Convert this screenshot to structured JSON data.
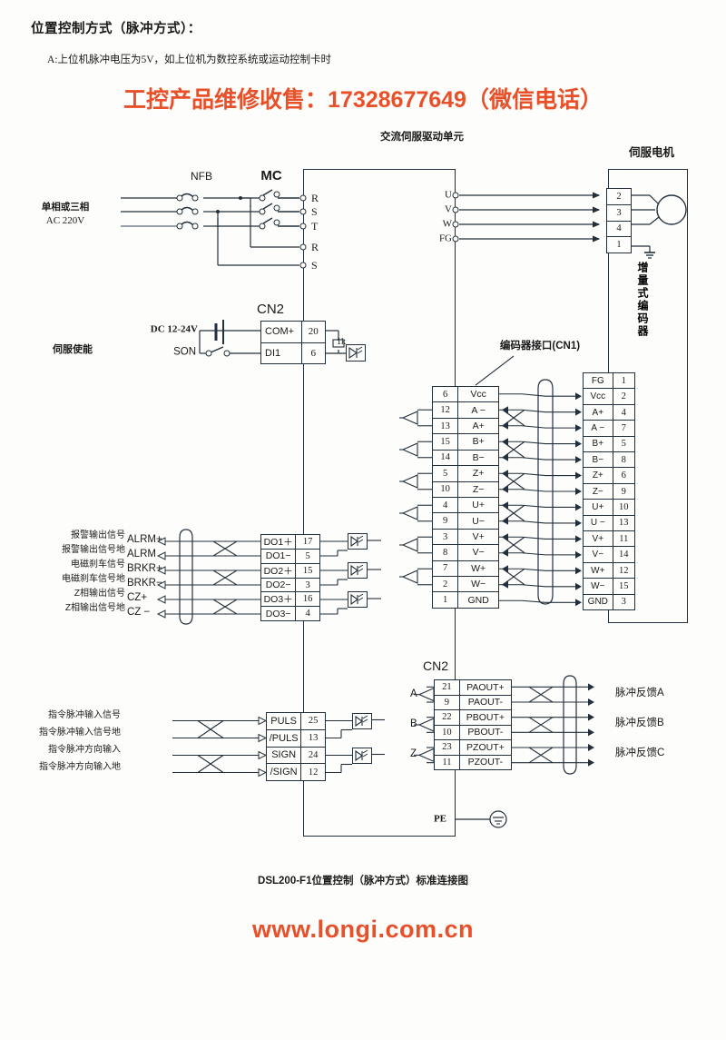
{
  "header": {
    "title": "位置控制方式（脉冲方式）：",
    "subtitle": "A:上位机脉冲电压为5V，如上位机为数控系统或运动控制卡时",
    "promo": "工控产品维修收售：17328677649（微信电话）",
    "accent_color": "#e8502a"
  },
  "diagram": {
    "drive_unit_label": "交流伺服驱动单元",
    "motor_label": "伺服电机",
    "encoder_vertical_label": "增量式编码器",
    "encoder_interface_label": "编码器接口(CN1)",
    "cn2_top_label": "CN2",
    "cn2_bottom_label": "CN2",
    "nfb_label": "NFB",
    "mc_label": "MC",
    "power_label_line1": "单相或三相",
    "power_label_line2": "AC 220V",
    "servo_enable_label": "伺服使能",
    "dc_label": "DC 12-24V",
    "son_label": "SON",
    "resistor_label": "1k",
    "pe_label": "PE"
  },
  "power_terminals": {
    "main": [
      "R",
      "S",
      "T"
    ],
    "control": [
      "R",
      "S"
    ],
    "motor_out": [
      "U",
      "V",
      "W",
      "FG"
    ]
  },
  "motor_terminals": [
    {
      "pin": "2"
    },
    {
      "pin": "3"
    },
    {
      "pin": "4"
    },
    {
      "pin": "1"
    }
  ],
  "cn2_enable": {
    "rows": [
      {
        "signal": "COM+",
        "pin": "20"
      },
      {
        "signal": "DI1",
        "pin": "6"
      }
    ]
  },
  "cn1_drive_side": {
    "rows": [
      {
        "pin": "6",
        "signal": "Vcc",
        "arrow": false
      },
      {
        "pin": "12",
        "signal": "A −",
        "arrow": true
      },
      {
        "pin": "13",
        "signal": "A+",
        "arrow": true
      },
      {
        "pin": "15",
        "signal": "B+",
        "arrow": true
      },
      {
        "pin": "14",
        "signal": "B−",
        "arrow": true
      },
      {
        "pin": "5",
        "signal": "Z+",
        "arrow": true
      },
      {
        "pin": "10",
        "signal": "Z−",
        "arrow": true
      },
      {
        "pin": "4",
        "signal": "U+",
        "arrow": true
      },
      {
        "pin": "9",
        "signal": "U−",
        "arrow": true
      },
      {
        "pin": "3",
        "signal": "V+",
        "arrow": true
      },
      {
        "pin": "8",
        "signal": "V−",
        "arrow": true
      },
      {
        "pin": "7",
        "signal": "W+",
        "arrow": true
      },
      {
        "pin": "2",
        "signal": "W−",
        "arrow": true
      },
      {
        "pin": "1",
        "signal": "GND",
        "arrow": false
      }
    ]
  },
  "encoder_motor_side": {
    "rows": [
      {
        "signal": "FG",
        "pin": "1"
      },
      {
        "signal": "Vcc",
        "pin": "2"
      },
      {
        "signal": "A+",
        "pin": "4"
      },
      {
        "signal": "A −",
        "pin": "7"
      },
      {
        "signal": "B+",
        "pin": "5"
      },
      {
        "signal": "B−",
        "pin": "8"
      },
      {
        "signal": "Z+",
        "pin": "6"
      },
      {
        "signal": "Z−",
        "pin": "9"
      },
      {
        "signal": "U+",
        "pin": "10"
      },
      {
        "signal": "U −",
        "pin": "13"
      },
      {
        "signal": "V+",
        "pin": "11"
      },
      {
        "signal": "V−",
        "pin": "14"
      },
      {
        "signal": "W+",
        "pin": "12"
      },
      {
        "signal": "W−",
        "pin": "15"
      },
      {
        "signal": "GND",
        "pin": "3"
      }
    ]
  },
  "do_outputs": {
    "rows": [
      {
        "desc": "报警输出信号",
        "name": "ALRM+",
        "signal": "DO1＋",
        "pin": "17"
      },
      {
        "desc": "报警输出信号地",
        "name": "ALRM",
        "signal": "DO1−",
        "pin": "5"
      },
      {
        "desc": "电磁刹车信号",
        "name": "BRKR+",
        "signal": "DO2＋",
        "pin": "15"
      },
      {
        "desc": "电磁刹车信号地",
        "name": "BRKR−",
        "signal": "DO2−",
        "pin": "3"
      },
      {
        "desc": "Z相输出信号",
        "name": "CZ+",
        "signal": "DO3＋",
        "pin": "16"
      },
      {
        "desc": "Z相输出信号地",
        "name": "CZ −",
        "signal": "DO3−",
        "pin": "4"
      }
    ]
  },
  "pulse_inputs": {
    "rows": [
      {
        "desc": "指令脉冲输入信号",
        "signal": "PULS",
        "pin": "25"
      },
      {
        "desc": "指令脉冲输入信号地",
        "signal": "/PULS",
        "pin": "13"
      },
      {
        "desc": "指令脉冲方向输入",
        "signal": "SIGN",
        "pin": "24"
      },
      {
        "desc": "指令脉冲方向输入地",
        "signal": "/SIGN",
        "pin": "12"
      }
    ]
  },
  "pulse_feedback": {
    "rows": [
      {
        "pin": "21",
        "signal": "PAOUT+",
        "group": "A",
        "out": "脉冲反馈A"
      },
      {
        "pin": "9",
        "signal": "PAOUT-",
        "group": "",
        "out": ""
      },
      {
        "pin": "22",
        "signal": "PBOUT+",
        "group": "B",
        "out": "脉冲反馈B"
      },
      {
        "pin": "10",
        "signal": "PBOUT-",
        "group": "",
        "out": ""
      },
      {
        "pin": "23",
        "signal": "PZOUT+",
        "group": "Z",
        "out": "脉冲反馈C"
      },
      {
        "pin": "11",
        "signal": "PZOUT-",
        "group": "",
        "out": ""
      }
    ]
  },
  "footer": {
    "caption": "DSL200-F1位置控制（脉冲方式）标准连接图",
    "url": "www.longi.com.cn"
  }
}
